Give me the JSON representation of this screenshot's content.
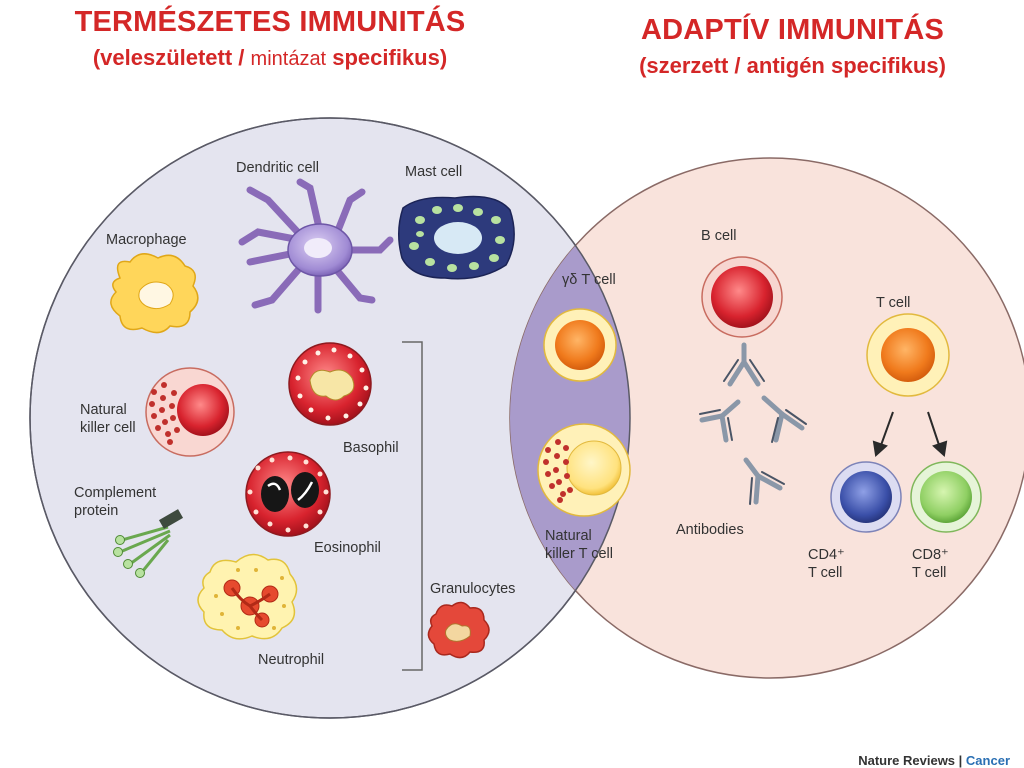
{
  "header": {
    "left_title": "TERMÉSZETES IMMUNITÁS",
    "left_subtitle_a": "(veleszületett / ",
    "left_subtitle_b": "mintázat",
    "left_subtitle_c": " specifikus)",
    "right_title": "ADAPTÍV IMMUNITÁS",
    "right_subtitle": "(szerzett / antigén specifikus)"
  },
  "innate": {
    "dendritic": "Dendritic cell",
    "mast": "Mast cell",
    "macrophage": "Macrophage",
    "nk_1": "Natural",
    "nk_2": "killer cell",
    "basophil": "Basophil",
    "complement_1": "Complement",
    "complement_2": "protein",
    "eosinophil": "Eosinophil",
    "neutrophil": "Neutrophil",
    "granulocytes": "Granulocytes"
  },
  "overlap": {
    "gdt": "γδ T cell",
    "nkt_1": "Natural",
    "nkt_2": "killer T cell"
  },
  "adaptive": {
    "bcell": "B cell",
    "tcell": "T cell",
    "antibodies": "Antibodies",
    "cd4_1": "CD4⁺",
    "cd4_2": "T cell",
    "cd8_1": "CD8⁺",
    "cd8_2": "T cell"
  },
  "footer": {
    "journal": "Nature Reviews",
    "sep": " | ",
    "section": "Cancer"
  },
  "colors": {
    "title_red": "#d42727",
    "innate_circle": "#e4e4ef",
    "adaptive_circle": "#f9e3dc",
    "overlap": "#a99bcb"
  }
}
